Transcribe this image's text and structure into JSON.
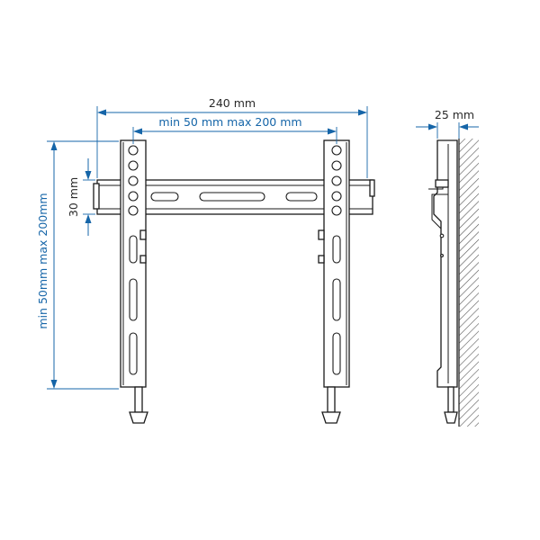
{
  "dimensions": {
    "overall_width": "240 mm",
    "hole_spacing": "min 50 mm max 200 mm",
    "rail_height": "30 mm",
    "vertical_range": "min 50mm max 200mm",
    "depth": "25 mm"
  },
  "colors": {
    "dimension_blue": "#1565a8",
    "outline": "#1a1a1a",
    "wall_hatch": "#555555"
  }
}
